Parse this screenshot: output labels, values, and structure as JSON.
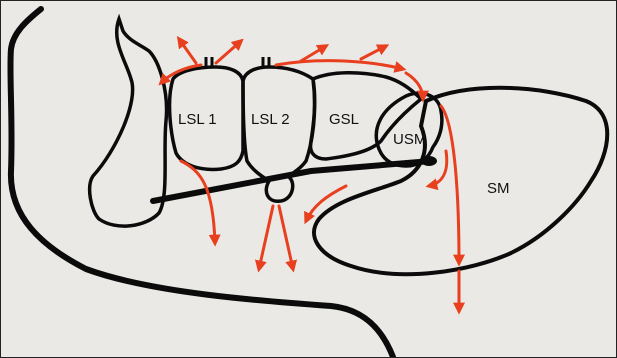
{
  "labels": {
    "lsl1": "LSL 1",
    "lsl2": "LSL 2",
    "gsl": "GSL",
    "usm": "USM",
    "sm": "SM"
  },
  "colors": {
    "outline": "#0b0b0b",
    "arrow": "#e8401f",
    "background": "#ebe9e6"
  }
}
